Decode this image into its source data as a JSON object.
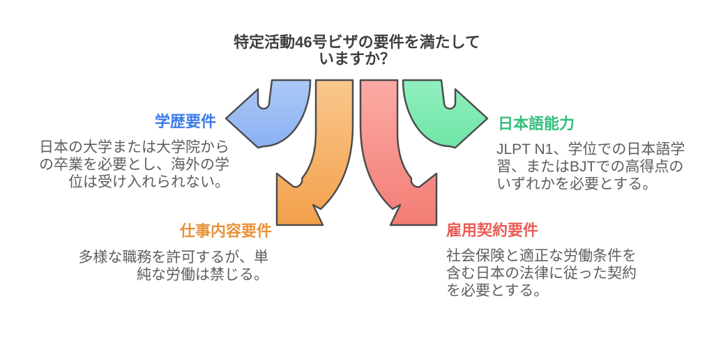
{
  "title": "特定活動46号ビザの要件を満たして\nいますか？",
  "colors": {
    "title_text": "#3f3f3f",
    "body_text": "#5d5d5d",
    "arrow_outline": "#4c4c4c",
    "education_fill_top": "#abc9f8",
    "education_fill_bottom": "#8bb1f2",
    "job_fill_top": "#fac78d",
    "job_fill_bottom": "#f3a04b",
    "contract_fill_top": "#fcaba5",
    "contract_fill_bottom": "#f27c74",
    "japanese_fill_top": "#90efbe",
    "japanese_fill_bottom": "#70e5a7"
  },
  "sections": {
    "education": {
      "label": "学歴要件",
      "color": "#3b7ae8",
      "text": "日本の大学または大学院から\nの卒業を必要とし、海外の学\n位は受け入れられない。"
    },
    "japanese": {
      "label": "日本語能力",
      "color": "#31be7b",
      "text": "JLPT N1、学位での日本語学\n習、またはBJTでの高得点の\nいずれかを必要とする。"
    },
    "job": {
      "label": "仕事内容要件",
      "color": "#e8923b",
      "text": "多様な職務を許可するが、単\n純な労働は禁じる。"
    },
    "contract": {
      "label": "雇用契約要件",
      "color": "#ea5d55",
      "text": "社会保険と適正な労働条件を\n含む日本の法律に従った契約\nを必要とする。"
    }
  }
}
